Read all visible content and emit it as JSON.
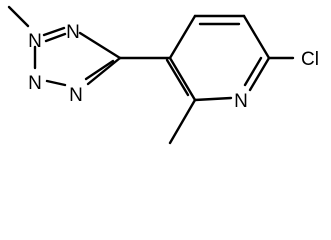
{
  "molecule": {
    "atoms": {
      "tetrazole_n1": "N",
      "tetrazole_n2": "N",
      "tetrazole_n3": "N",
      "tetrazole_n4": "N",
      "pyridine_n": "N",
      "chlorine": "Cl"
    }
  },
  "colors": {
    "bond": "#000000",
    "background": "#ffffff"
  }
}
